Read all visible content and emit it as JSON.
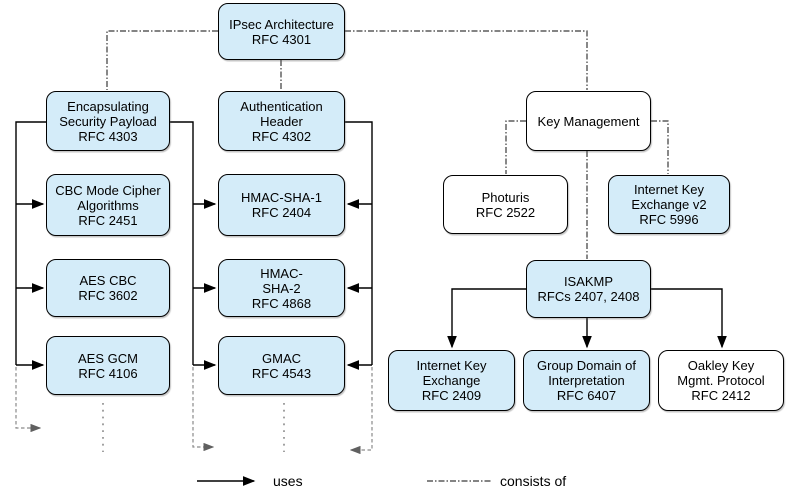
{
  "nodes": {
    "ipsec": {
      "name": "IPsec Architecture",
      "rfc": "RFC 4301"
    },
    "esp": {
      "name": "Encapsulating\nSecurity Payload",
      "rfc": "RFC 4303"
    },
    "cbc": {
      "name": "CBC Mode Cipher\nAlgorithms",
      "rfc": "RFC 2451"
    },
    "aes_cbc": {
      "name": "AES CBC",
      "rfc": "RFC 3602"
    },
    "aes_gcm": {
      "name": "AES GCM",
      "rfc": "RFC 4106"
    },
    "ah": {
      "name": "Authentication\nHeader",
      "rfc": "RFC 4302"
    },
    "hmac_sha1": {
      "name": "HMAC-SHA-1",
      "rfc": "RFC 2404"
    },
    "hmac_sha2": {
      "name": "HMAC-\nSHA-2",
      "rfc": "RFC 4868"
    },
    "gmac": {
      "name": "GMAC",
      "rfc": "RFC 4543"
    },
    "key_mgmt": {
      "name": "Key Management",
      "rfc": ""
    },
    "photuris": {
      "name": "Photuris",
      "rfc": "RFC 2522"
    },
    "ikev2": {
      "name": "Internet Key\nExchange v2",
      "rfc": "RFC 5996"
    },
    "isakmp": {
      "name": "ISAKMP",
      "rfc": "RFCs 2407, 2408"
    },
    "ike": {
      "name": "Internet Key\nExchange",
      "rfc": "RFC 2409"
    },
    "gdoi": {
      "name": "Group Domain of\nInterpretation",
      "rfc": "RFC 6407"
    },
    "oakley": {
      "name": "Oakley Key\nMgmt. Protocol",
      "rfc": "RFC 2412"
    }
  },
  "legend": {
    "uses_label": "uses",
    "consists_of_label": "consists of"
  },
  "colors": {
    "node_fill_blue": "#d4ecf9",
    "node_fill_white": "#ffffff",
    "node_border": "#000000",
    "uses_line": "#000000",
    "consists_of_line": "#3a3a3a",
    "continuation_line": "#7a7a7a"
  }
}
